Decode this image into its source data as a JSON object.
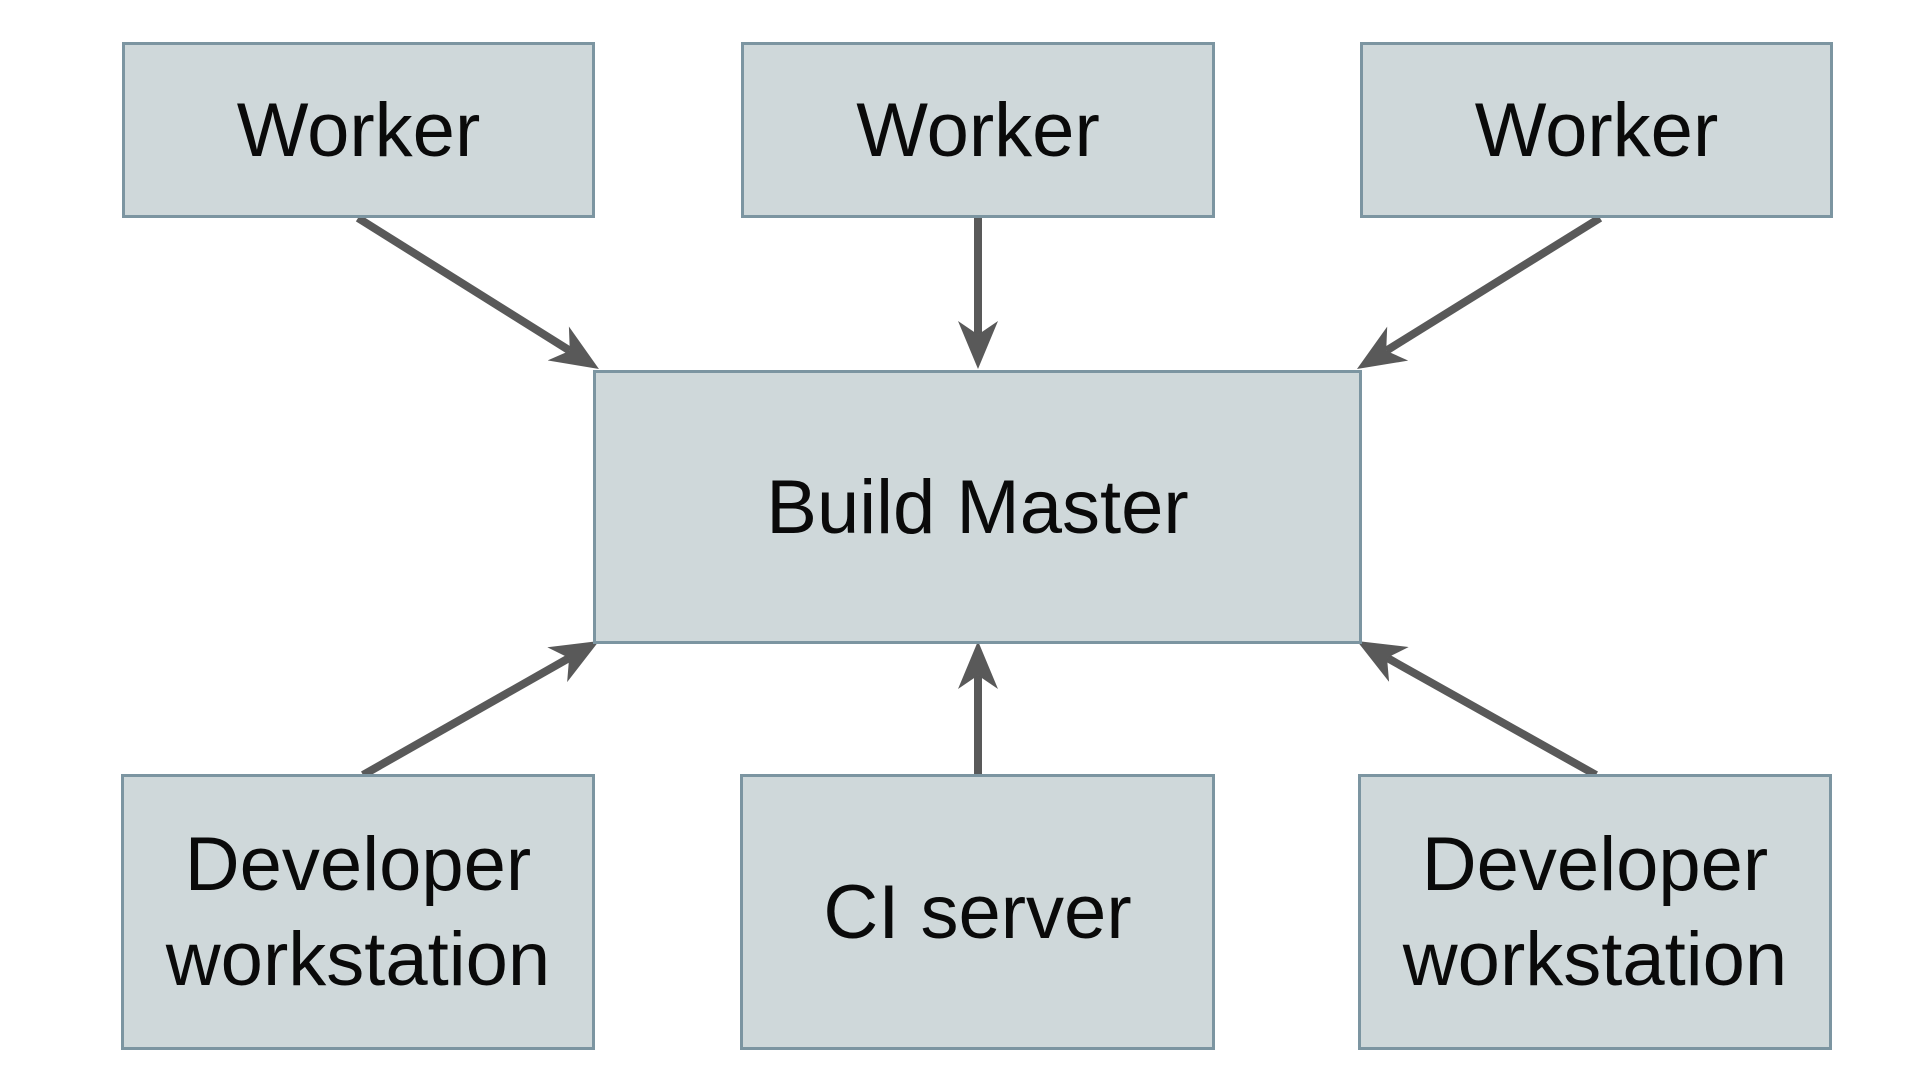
{
  "theme": {
    "background": "#ffffff",
    "box_fill": "#cfd8da",
    "box_border": "#7c95a1",
    "arrow_color": "#595959",
    "text_color": "#0a0a0a"
  },
  "nodes": {
    "worker_1": {
      "label": "Worker"
    },
    "worker_2": {
      "label": "Worker"
    },
    "worker_3": {
      "label": "Worker"
    },
    "build_master": {
      "label": "Build Master"
    },
    "dev_workstation_left": {
      "label": "Developer workstation"
    },
    "ci_server": {
      "label": "CI server"
    },
    "dev_workstation_right": {
      "label": "Developer workstation"
    }
  },
  "edges": [
    {
      "from": "worker_1",
      "to": "build_master"
    },
    {
      "from": "worker_2",
      "to": "build_master"
    },
    {
      "from": "worker_3",
      "to": "build_master"
    },
    {
      "from": "dev_workstation_left",
      "to": "build_master"
    },
    {
      "from": "ci_server",
      "to": "build_master"
    },
    {
      "from": "dev_workstation_right",
      "to": "build_master"
    }
  ]
}
